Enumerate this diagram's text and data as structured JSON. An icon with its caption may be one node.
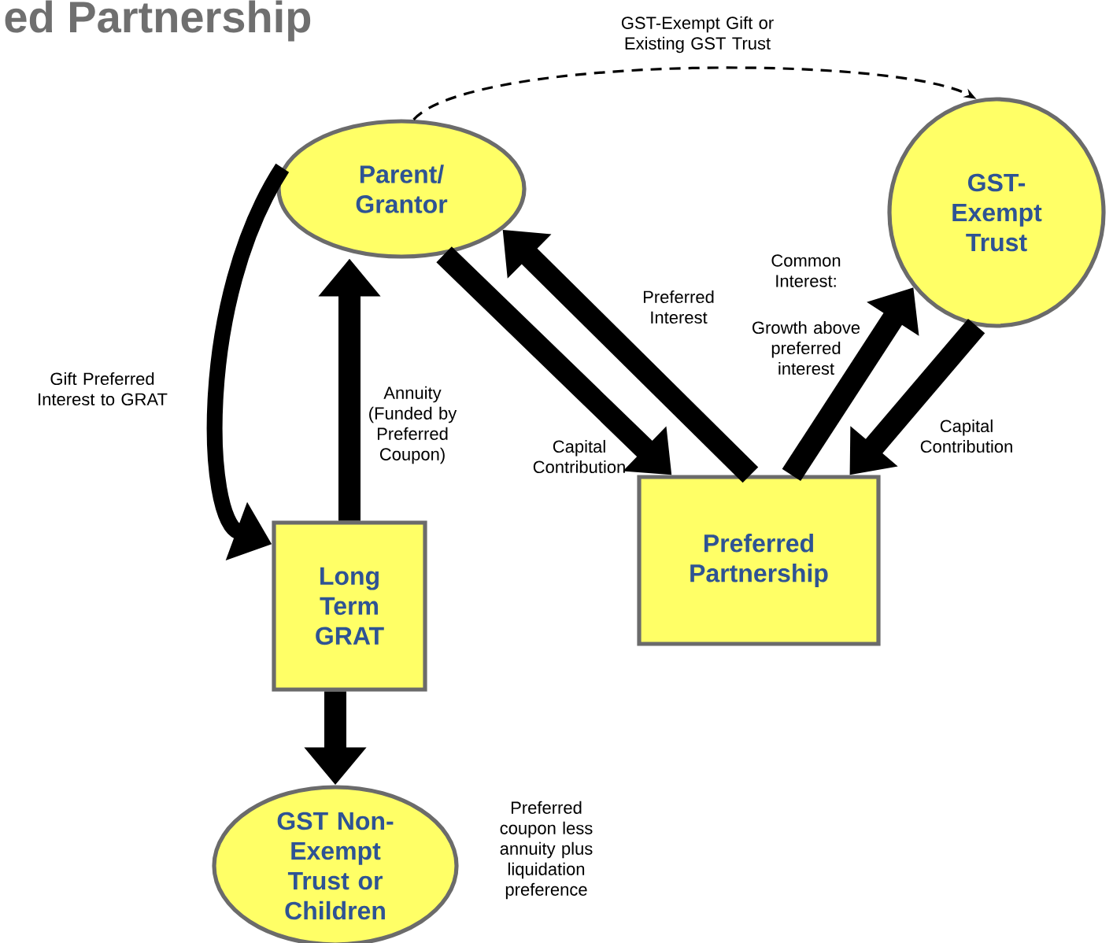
{
  "diagram": {
    "title": "ed Partnership",
    "nodes": [
      {
        "text": [
          "Parent/ Grantor"
        ]
      },
      {
        "text": [
          "GST- Exempt Trust"
        ]
      },
      {
        "text": [
          "Long Term GRAT"
        ]
      },
      {
        "text": [
          "Preferred Partnership"
        ]
      },
      {
        "text": [
          "GST Non- Exempt Trust or Children"
        ],
        "beside": [
          "Preferred coupon less annuity plus liquidation preference"
        ]
      }
    ],
    "edges": [
      {
        "from": 0,
        "to": 1,
        "arrow": "to",
        "style": "dashed",
        "label": "GST-Exempt Gift or Existing GST Trust"
      },
      {
        "from": 0,
        "to": 2,
        "arrow": "to",
        "label": "Gift Preferred Interest to GRAT"
      },
      {
        "from": 2,
        "to": 0,
        "arrow": "to",
        "label": "Annuity (Funded by Preferred Coupon)"
      },
      {
        "from": 0,
        "to": 3,
        "arrow": "to",
        "label": "Capital Contribution"
      },
      {
        "from": 3,
        "to": 0,
        "arrow": "to",
        "label": "Preferred Interest"
      },
      {
        "from": 3,
        "to": 1,
        "arrow": "to",
        "label": "Common Interest:"
      },
      {
        "from": 1,
        "to": 3,
        "arrow": "to",
        "label": "Capital Contribution"
      },
      {
        "from": 2,
        "to": 4,
        "arrow": "to"
      }
    ],
    "labels": [
      "Growth above preferred interest"
    ]
  }
}
